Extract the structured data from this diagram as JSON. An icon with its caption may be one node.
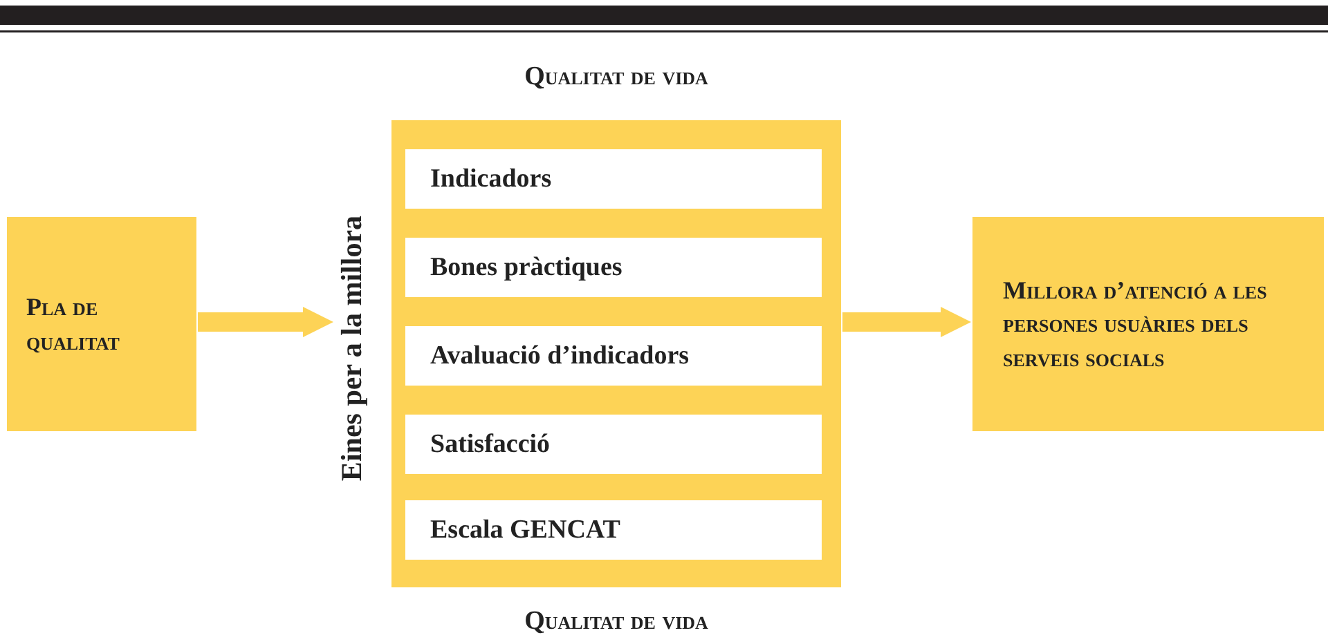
{
  "diagram": {
    "nodes": [
      {
        "text": [
          "Pla de qualitat"
        ]
      },
      {
        "text": [
          "Qualitat de vida",
          "Eines per a la millora",
          "Qualitat de vida"
        ]
      },
      {
        "text": [
          "Indicadors"
        ],
        "in": 1
      },
      {
        "text": [
          "Bones pràctiques"
        ],
        "in": 1
      },
      {
        "text": [
          "Avaluació d’indicadors"
        ],
        "in": 1
      },
      {
        "text": [
          "Satisfacció"
        ],
        "in": 1
      },
      {
        "text": [
          "Escala GENCAT"
        ],
        "in": 1
      },
      {
        "text": [
          "Millora d’atenció a les persones usuàries dels serveis socials"
        ]
      }
    ],
    "edges": [
      {
        "from": 0,
        "to": 1,
        "arrow": "to"
      },
      {
        "from": 1,
        "to": 7,
        "arrow": "to"
      }
    ]
  }
}
